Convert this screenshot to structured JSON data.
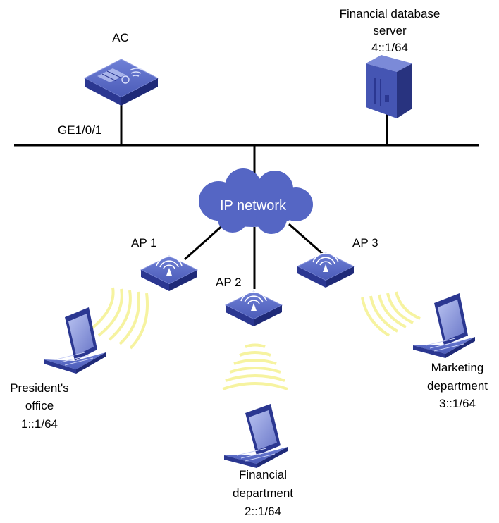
{
  "nodes": {
    "ac": {
      "label": "AC",
      "icon": "access-controller-icon"
    },
    "ac_port": {
      "label": "GE1/0/1"
    },
    "server": {
      "line1": "Financial database",
      "line2": "server",
      "ip": "4::1/64",
      "icon": "server-tower-icon"
    },
    "cloud": {
      "label": "IP network",
      "icon": "cloud-icon"
    },
    "ap1": {
      "label": "AP 1",
      "icon": "wireless-ap-icon"
    },
    "ap2": {
      "label": "AP 2",
      "icon": "wireless-ap-icon"
    },
    "ap3": {
      "label": "AP 3",
      "icon": "wireless-ap-icon"
    },
    "president": {
      "line1": "President's",
      "line2": "office",
      "ip": "1::1/64",
      "icon": "laptop-icon"
    },
    "financial": {
      "line1": "Financial",
      "line2": "department",
      "ip": "2::1/64",
      "icon": "laptop-icon"
    },
    "marketing": {
      "line1": "Marketing",
      "line2": "department",
      "ip": "3::1/64",
      "icon": "laptop-icon"
    }
  },
  "colors": {
    "device_top": "#5a6cc6",
    "device_side": "#2b3791",
    "device_edge": "#8e9ae0",
    "cloud": "#5566c4",
    "wireless_wave": "#f6f3a0",
    "line": "#000000"
  }
}
